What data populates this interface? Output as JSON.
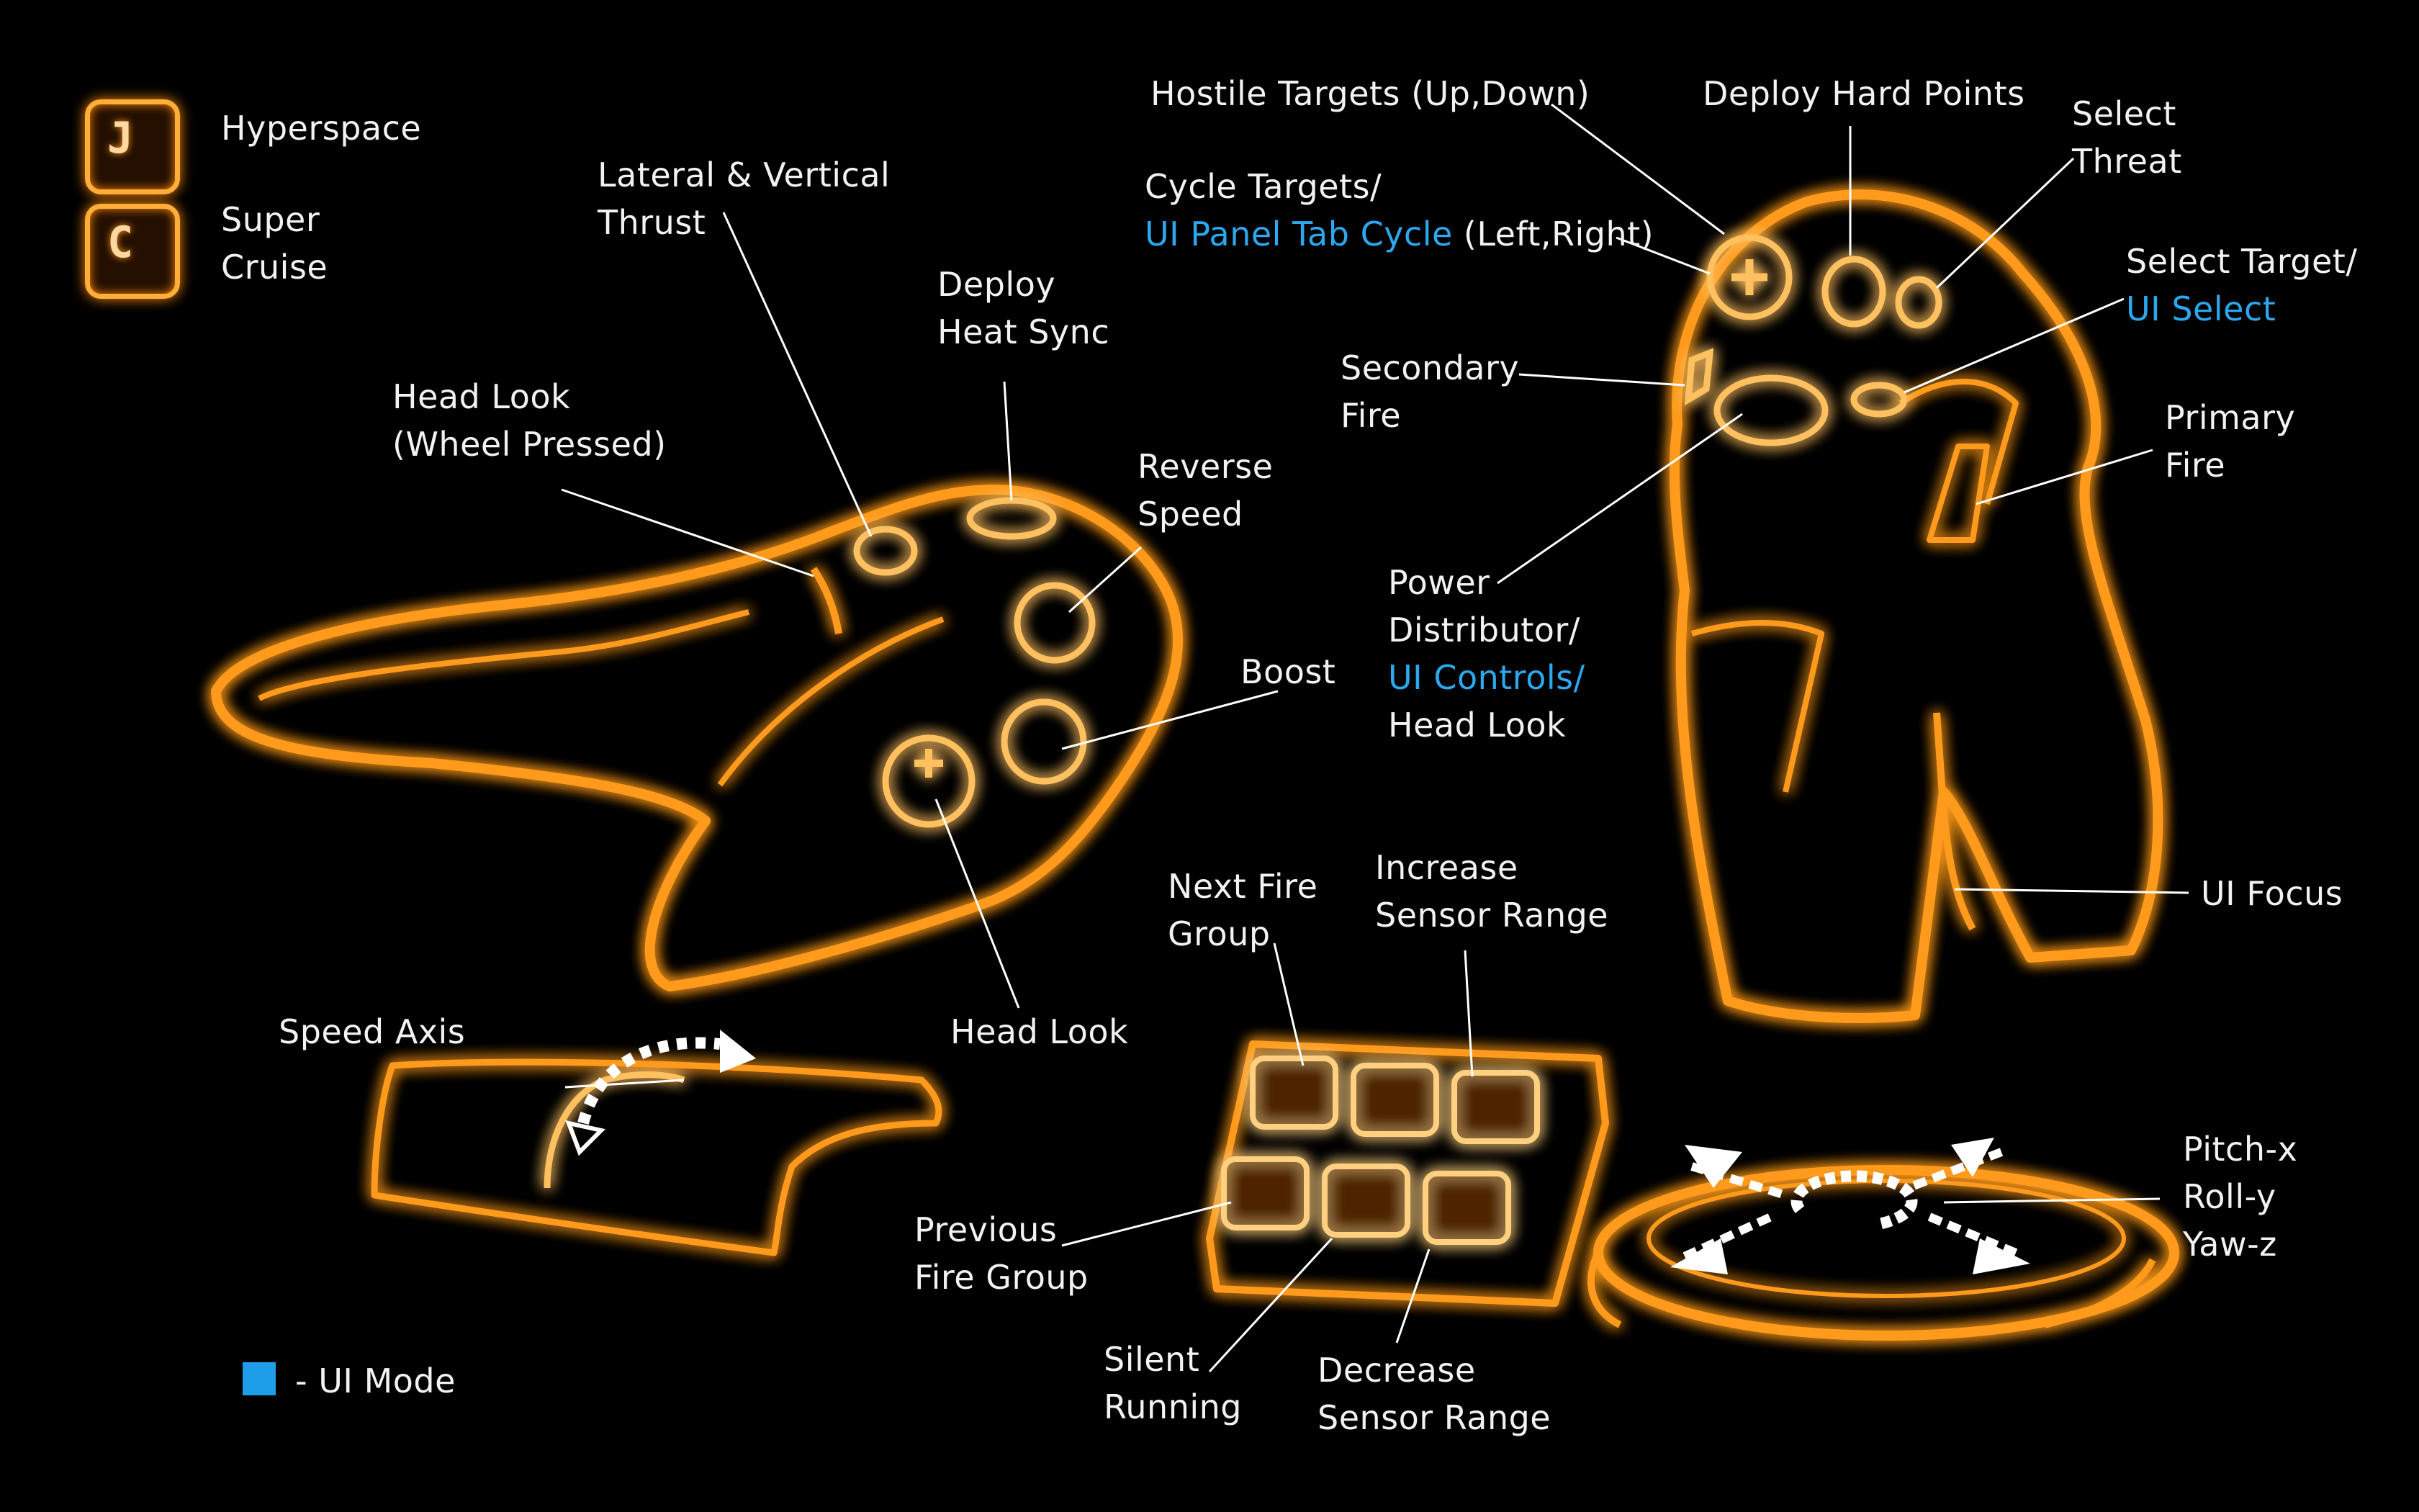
{
  "colors": {
    "background": "#000000",
    "glow": "#ff9a1a",
    "text": "#f2f2f2",
    "ui_mode": "#2ba8ee",
    "pointer": "#ffffff"
  },
  "keys": [
    {
      "key": "J",
      "label": "Hyperspace"
    },
    {
      "key": "C",
      "label_line1": "Super",
      "label_line2": "Cruise"
    }
  ],
  "legend": {
    "text": "- UI Mode"
  },
  "throttle_labels": {
    "lateral": [
      "Lateral & Vertical",
      "Thrust"
    ],
    "heat": [
      "Deploy",
      "Heat Sync"
    ],
    "headlook_wheel": [
      "Head Look",
      "(Wheel Pressed)"
    ],
    "reverse": [
      "Reverse",
      "Speed"
    ],
    "boost": "Boost",
    "headlook": "Head Look",
    "speed_axis": "Speed Axis"
  },
  "pad_labels": {
    "next_fire": [
      "Next Fire",
      "Group"
    ],
    "increase": [
      "Increase",
      "Sensor Range"
    ],
    "previous_fire": [
      "Previous",
      "Fire Group"
    ],
    "silent": [
      "Silent",
      "Running"
    ],
    "decrease": [
      "Decrease",
      "Sensor Range"
    ]
  },
  "stick_labels": {
    "hostile": "Hostile Targets (Up,Down)",
    "hardpoints": "Deploy Hard Points",
    "select_threat": [
      "Select",
      "Threat"
    ],
    "cycle_line1": "Cycle Targets/",
    "cycle_ui": "UI Panel Tab Cycle",
    "cycle_rest": " (Left,Right)",
    "select_target": "Select Target/",
    "select_ui": "UI Select",
    "secondary": [
      "Secondary",
      "Fire"
    ],
    "primary": [
      "Primary",
      "Fire"
    ],
    "power_1": "Power",
    "power_2": "Distributor/",
    "power_ui": "UI Controls/",
    "power_4": "Head Look",
    "ui_focus": "UI Focus",
    "axes": [
      "Pitch-x",
      "Roll-y",
      "Yaw-z"
    ]
  }
}
